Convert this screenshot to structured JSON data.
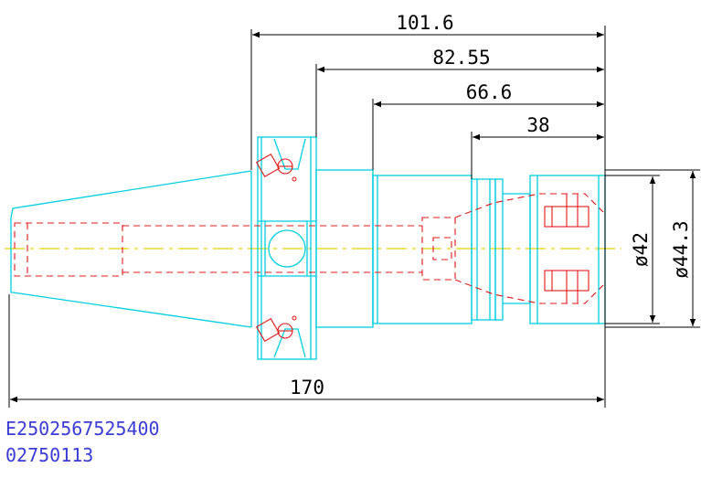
{
  "dimensions": {
    "d1": "101.6",
    "d2": "82.55",
    "d3": "66.6",
    "d4": "38",
    "d5": "ø42",
    "d6": "ø44.3",
    "d7": "170"
  },
  "part_number": "E2502567525400",
  "part_code": "02750113",
  "colors": {
    "outline": "#00cfe0",
    "hidden": "#e01818",
    "dimension": "#000000",
    "centerline": "#e8d200",
    "text": "#3b3bd6"
  }
}
